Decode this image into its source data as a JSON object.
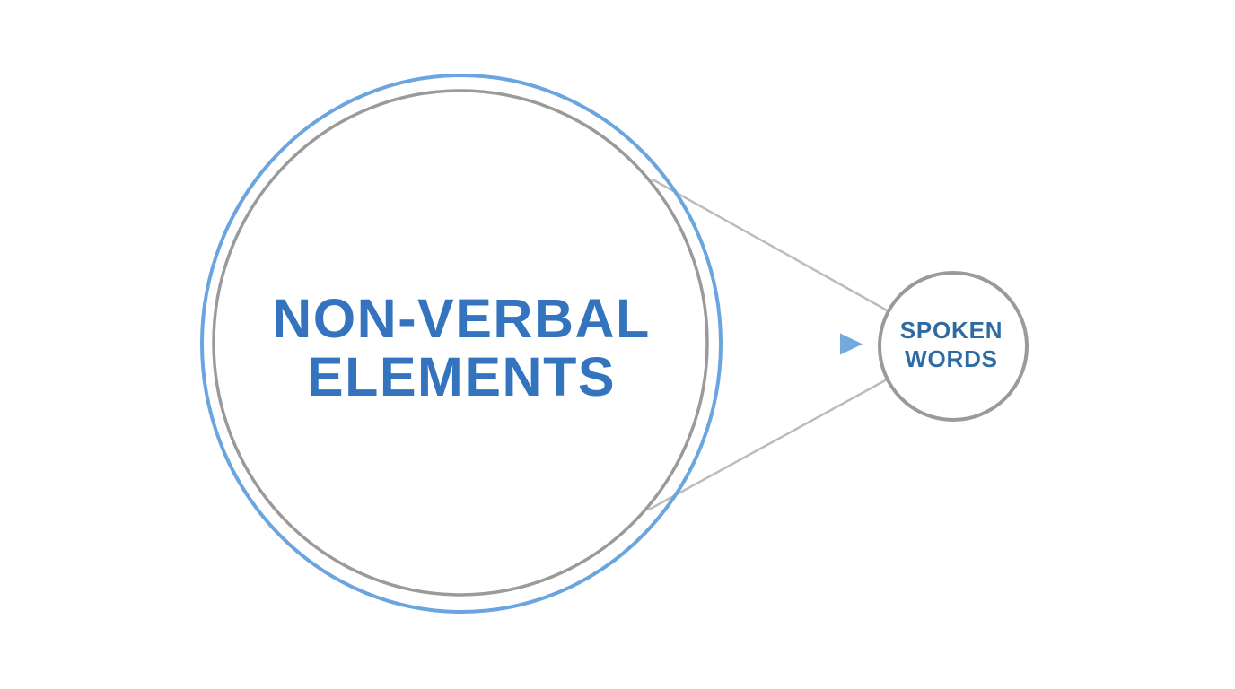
{
  "diagram": {
    "title": "non-verbal vs spoken words proportion diagram",
    "background_color": "#ffffff",
    "large_circle": {
      "label_line1": "NON-VERBAL",
      "label_line2": "ELEMENTS",
      "outer_ring_color": "#6ba5df",
      "inner_ring_color": "#9a9a9a",
      "label_color": "#3473be"
    },
    "small_circle": {
      "label_line1": "SPOKEN",
      "label_line2": "WORDS",
      "ring_color": "#9a9a9a",
      "fill_color": "#ffffff",
      "label_color": "#2e6ba3"
    },
    "connectors": {
      "tangent_line_color": "#bcbcbc",
      "arrow_color": "#74a9de"
    }
  }
}
